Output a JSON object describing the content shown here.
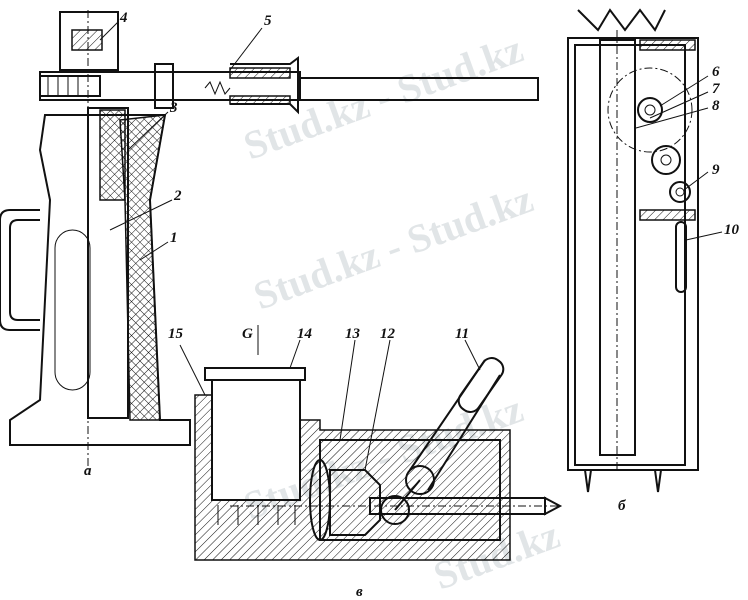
{
  "labels": {
    "n1": "1",
    "n2": "2",
    "n3": "3",
    "n4": "4",
    "n5": "5",
    "n6": "6",
    "n7": "7",
    "n8": "8",
    "n9": "9",
    "n10": "10",
    "n11": "11",
    "n12": "12",
    "n13": "13",
    "n14": "14",
    "n15": "15",
    "load": "G"
  },
  "captions": {
    "a": "а",
    "b": "б",
    "v": "в"
  },
  "watermarks": [
    "Stud.kz - Stud.kz",
    "Stud.kz - Stud.kz",
    "Stud.kz - Stud.kz",
    "Stud.kz - Stud.kz",
    "Stud.kz"
  ]
}
